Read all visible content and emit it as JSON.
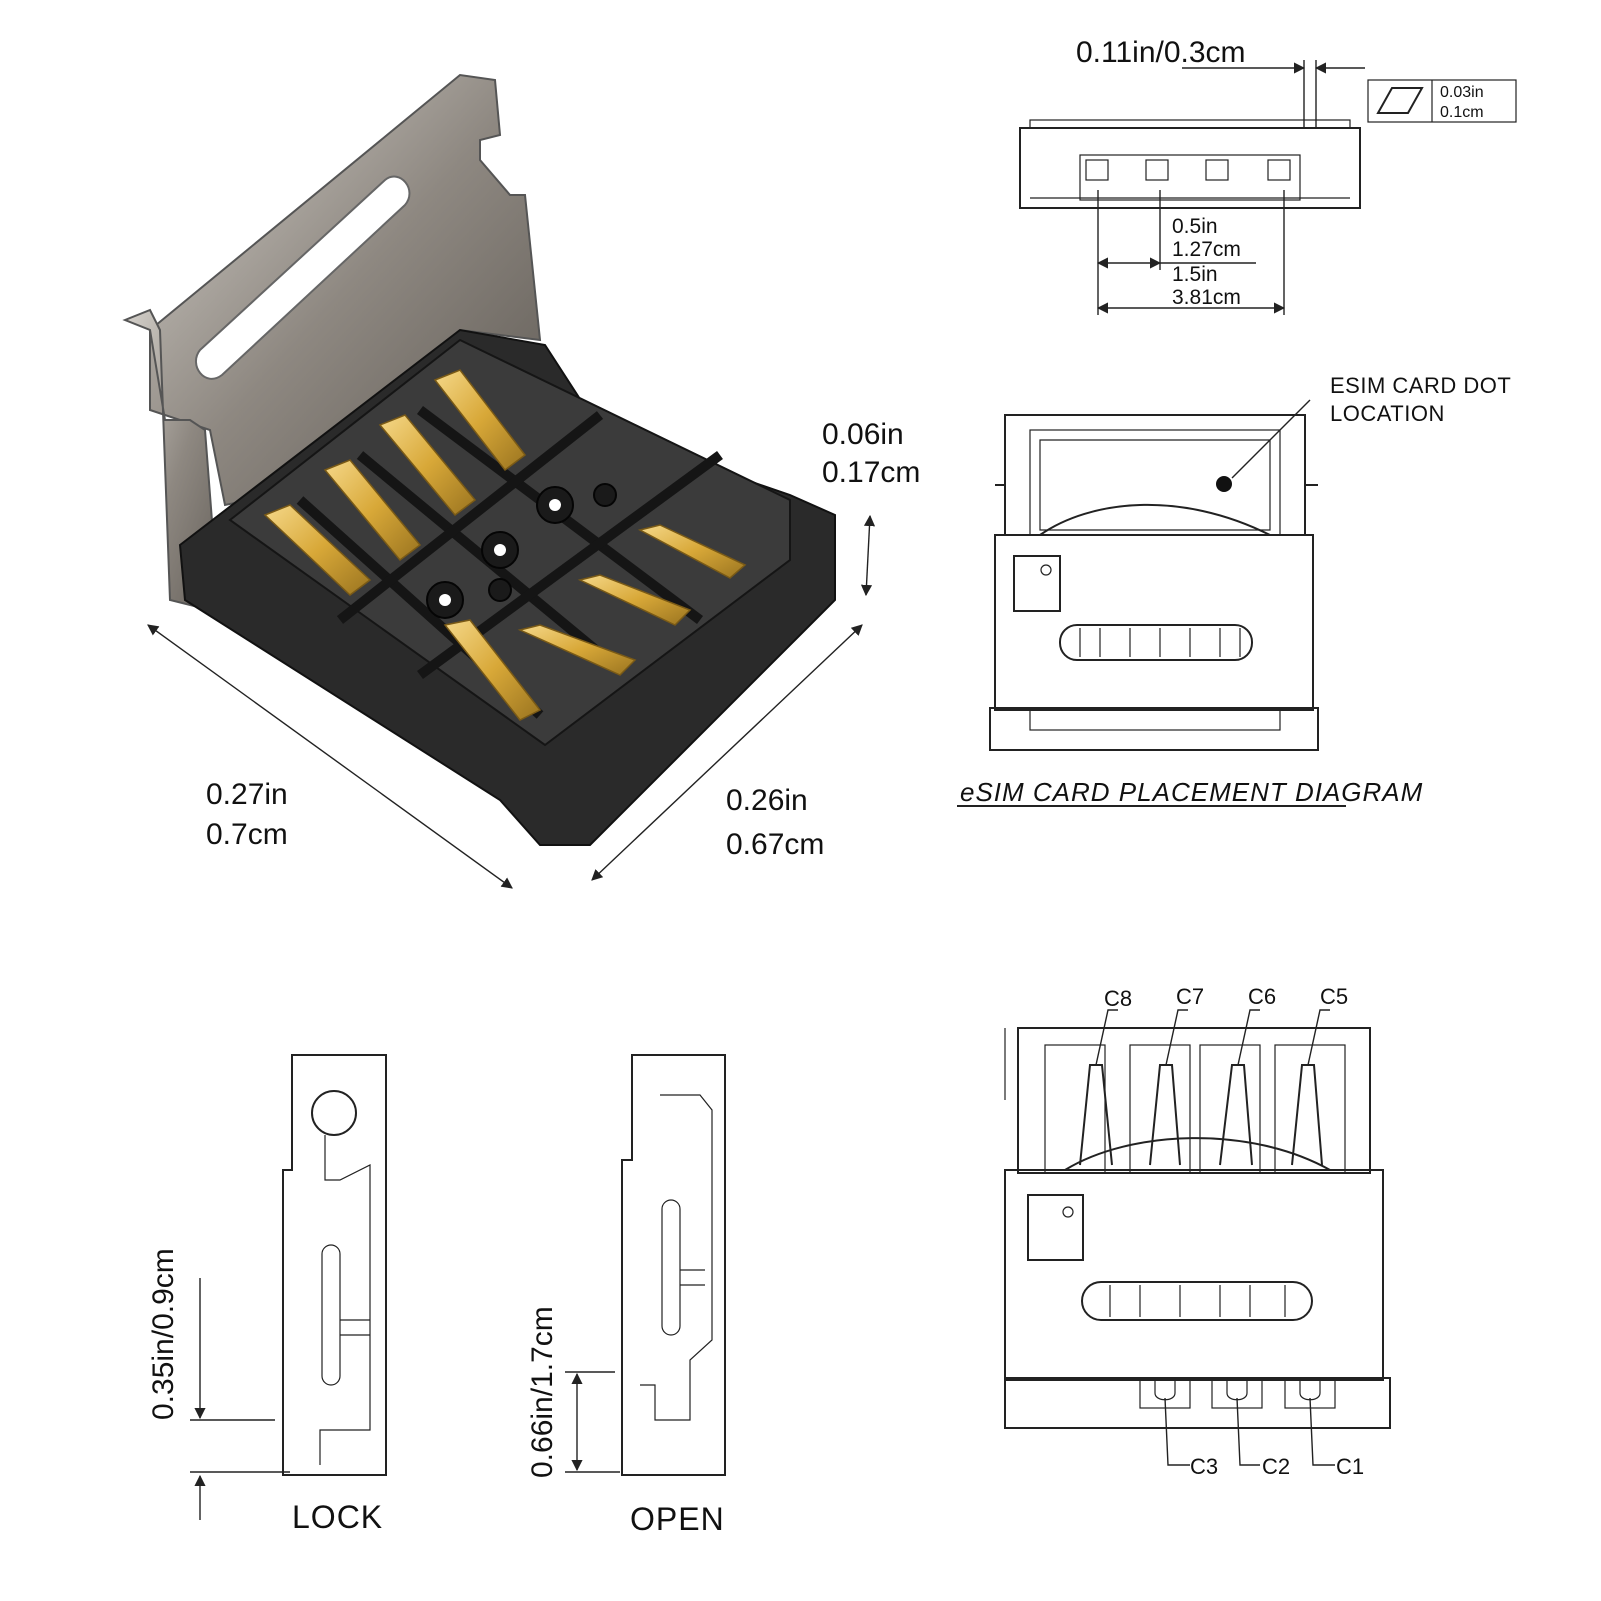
{
  "photo": {
    "dim_height_in": "0.06in",
    "dim_height_cm": "0.17cm",
    "dim_length_in": "0.27in",
    "dim_length_cm": "0.7cm",
    "dim_width_in": "0.26in",
    "dim_width_cm": "0.67cm"
  },
  "top_view": {
    "dim_gap": "0.11in/0.3cm",
    "flatness_in": "0.03in",
    "flatness_cm": "0.1cm",
    "pitch_in": "0.5in",
    "pitch_cm": "1.27cm",
    "span_in": "1.5in",
    "span_cm": "3.81cm"
  },
  "placement": {
    "callout_line1": "ESIM CARD DOT",
    "callout_line2": "LOCATION",
    "title": "eSIM CARD PLACEMENT DIAGRAM"
  },
  "side_views": {
    "lock_dim": "0.35in/0.9cm",
    "lock_label": "LOCK",
    "open_dim": "0.66in/1.7cm",
    "open_label": "OPEN"
  },
  "pinout": {
    "top_pins": [
      "C8",
      "C7",
      "C6",
      "C5"
    ],
    "bottom_pins": [
      "C3",
      "C2",
      "C1"
    ]
  },
  "colors": {
    "metal": "#9a948c",
    "housing": "#2a2a2a",
    "gold": "#d8a838",
    "line": "#222222"
  }
}
